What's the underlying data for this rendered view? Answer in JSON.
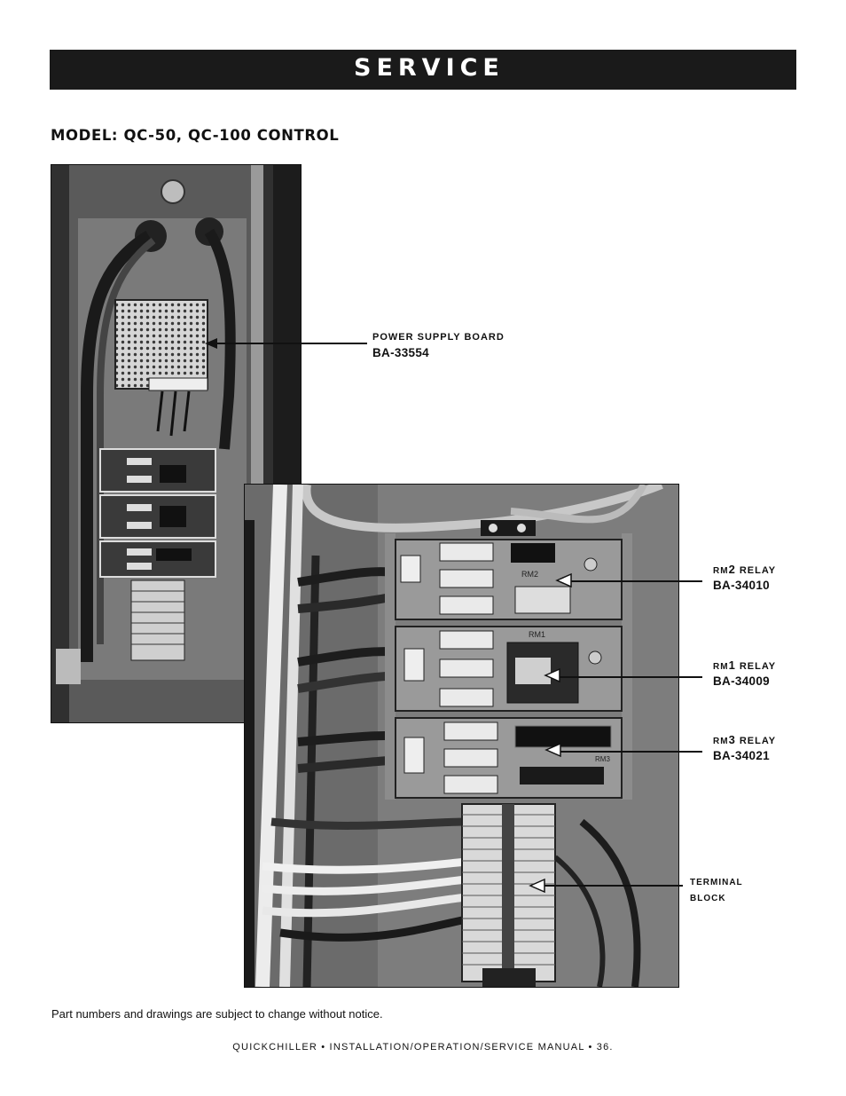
{
  "header": {
    "title": "SERVICE"
  },
  "model_heading": "MODEL:  QC-50, QC-100 CONTROL",
  "callouts": {
    "power_supply": {
      "label": "POWER SUPPLY BOARD",
      "part": "BA-33554"
    },
    "rm2": {
      "prefix": "RM",
      "num": "2",
      "suffix": " RELAY",
      "part": "BA-34010"
    },
    "rm1": {
      "prefix": "RM",
      "num": "1",
      "suffix": " RELAY",
      "part": "BA-34009"
    },
    "rm3": {
      "prefix": "RM",
      "num": "3",
      "suffix": " RELAY",
      "part": "BA-34021"
    },
    "terminal": {
      "line1": "TERMINAL",
      "line2": "BLOCK"
    }
  },
  "board_labels": {
    "rm2": "RM2",
    "rm1": "RM1",
    "rm3": "RM3"
  },
  "footnote": "Part numbers and drawings are subject to change without notice.",
  "footer": "QUICKCHILLER • INSTALLATION/OPERATION/SERVICE MANUAL • 36."
}
